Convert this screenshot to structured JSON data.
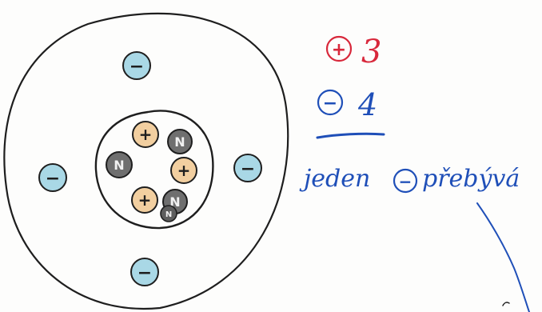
{
  "colors": {
    "ink": "#1e1e1e",
    "proton_fill": "#f2cfa0",
    "neutron_fill": "#6f6f6f",
    "electron_fill": "#a9d8e6",
    "red_ink": "#d8283b",
    "blue_ink": "#1f4fb8"
  },
  "atom": {
    "nucleus": {
      "protons": [
        {
          "symbol": "+"
        },
        {
          "symbol": "+"
        },
        {
          "symbol": "+"
        }
      ],
      "neutrons": [
        {
          "symbol": "N"
        },
        {
          "symbol": "N"
        },
        {
          "symbol": "N"
        },
        {
          "symbol": "N"
        }
      ]
    },
    "electrons": [
      {
        "symbol": "−"
      },
      {
        "symbol": "−"
      },
      {
        "symbol": "−"
      },
      {
        "symbol": "−"
      }
    ]
  },
  "notes": {
    "protons": {
      "symbol": "+",
      "count": "3",
      "color": "#d8283b"
    },
    "electrons": {
      "symbol": "−",
      "count": "4",
      "color": "#1f4fb8"
    },
    "conclusion": {
      "word_before": "jeden",
      "symbol": "−",
      "word_after": "přebývá"
    }
  }
}
